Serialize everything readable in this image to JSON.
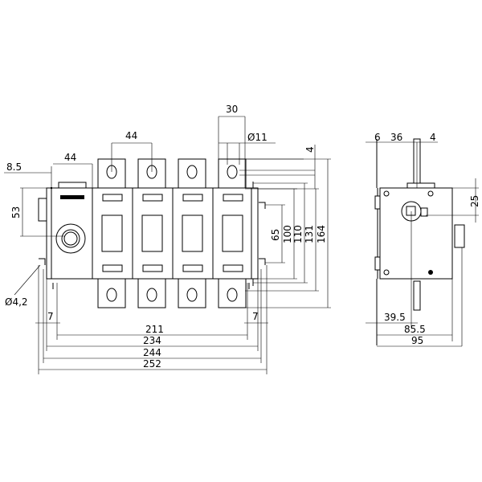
{
  "front_view": {
    "dims": {
      "handle_offset": "8.5",
      "handle_pitch": "44",
      "pole_pitch": "44",
      "tab_width": "30",
      "hole_dia": "Ø11",
      "tab_gap": "4",
      "handle_height": "53",
      "mount_hole": "Ø4,2",
      "edge_left": "7",
      "edge_right": "7",
      "w211": "211",
      "w234": "234",
      "w244": "244",
      "w252": "252",
      "h65": "65",
      "h100": "100",
      "h110": "110",
      "h131": "131",
      "h164": "164"
    },
    "poles": 4
  },
  "side_view": {
    "dims": {
      "d6": "6",
      "d36": "36",
      "d4": "4",
      "d25": "25",
      "d39_5": "39.5",
      "d85_5": "85.5",
      "d95": "95"
    }
  },
  "colors": {
    "line": "#000000",
    "background": "#ffffff"
  }
}
